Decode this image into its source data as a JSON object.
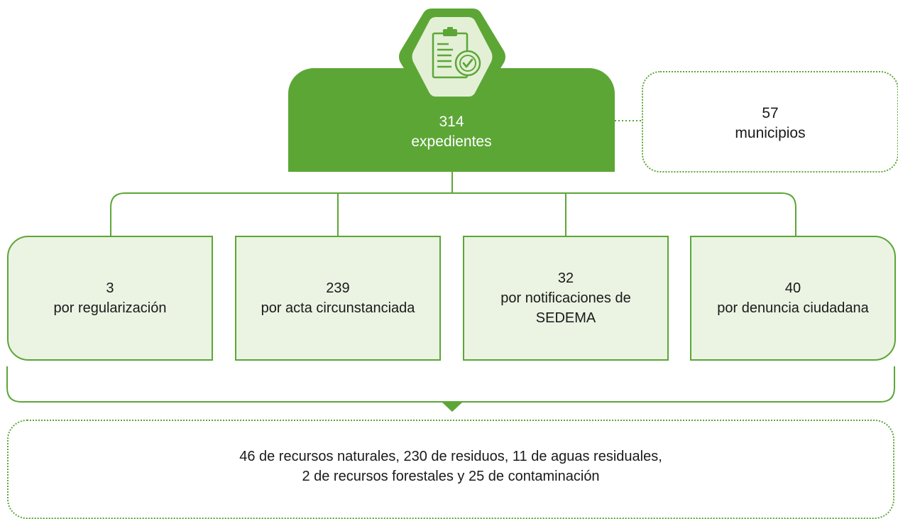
{
  "colors": {
    "accent": "#5ca636",
    "badge_light": "#e3f0d6",
    "box_fill": "#ebf3e3",
    "text": "#1a1a1a"
  },
  "main": {
    "icon": "clipboard-check-icon",
    "count": "314",
    "label": "expedientes"
  },
  "side": {
    "count": "57",
    "label": "municipios"
  },
  "categories": [
    {
      "count": "3",
      "label": "por regularización"
    },
    {
      "count": "239",
      "label": "por acta circunstanciada"
    },
    {
      "count": "32",
      "label": "por notificaciones de SEDEMA"
    },
    {
      "count": "40",
      "label": "por denuncia ciudadana"
    }
  ],
  "summary": {
    "line1": "46 de recursos naturales, 230 de residuos, 11 de aguas residuales,",
    "line2": "2 de recursos forestales y 25 de contaminación"
  }
}
